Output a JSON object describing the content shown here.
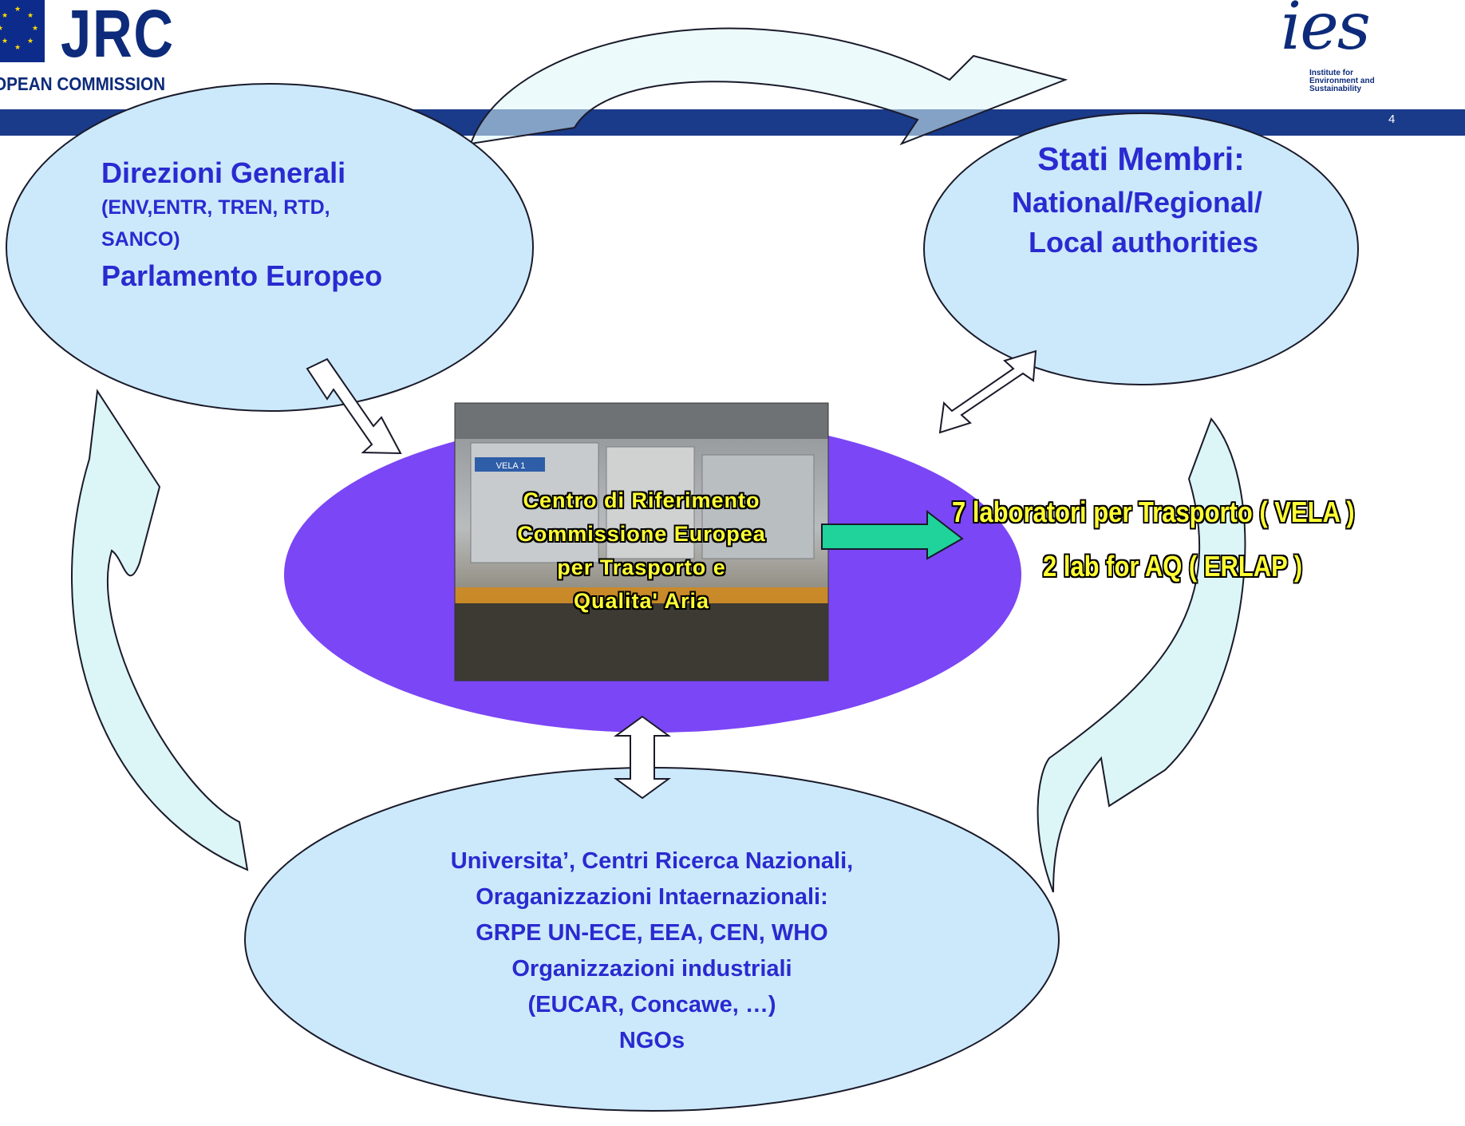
{
  "header": {
    "org_name": "JRC",
    "org_subtitle": "OPEAN COMMISSION",
    "institute_logo_text": "ies",
    "institute_name_lines": [
      "Institute for",
      "Environment and",
      "Sustainability"
    ],
    "page_number": "4",
    "colors": {
      "band": "#1a3a8a",
      "logo_blue": "#0d2b7a"
    }
  },
  "nodes": {
    "dg": {
      "title": "Direzioni Generali",
      "subtitle_line1": "(ENV,ENTR, TREN, RTD,",
      "subtitle_line2": "SANCO)",
      "line2": "Parlamento Europeo"
    },
    "member_states": {
      "title": "Stati Membri:",
      "line1": "National/Regional/",
      "line2": "Local authorities"
    },
    "center": {
      "caption_lines": [
        "Centro di Riferimento",
        "Commissione Europea",
        "per Trasporto e",
        "Qualita' Aria"
      ],
      "photo_sign_label": "VELA 1"
    },
    "labs": {
      "line1": "7 laboratori per Trasporto ( VELA )",
      "line2": "2 lab for AQ ( ERLAP )"
    },
    "research": {
      "lines": [
        "Universita’, Centri Ricerca Nazionali,",
        "Oraganizzazioni Intaernazionali:",
        "GRPE UN-ECE, EEA, CEN, WHO",
        "Organizzazioni industriali",
        "(EUCAR, Concawe, …)",
        "NGOs"
      ]
    }
  },
  "colors": {
    "ellipse_fill": "#cce9fb",
    "center_fill": "#7b46f5",
    "node_text": "#2a2ad0",
    "cycle_arrow_fill": "#dcf5f7",
    "lab_text": "#ffff33",
    "green_arrow": "#1fd39a"
  }
}
